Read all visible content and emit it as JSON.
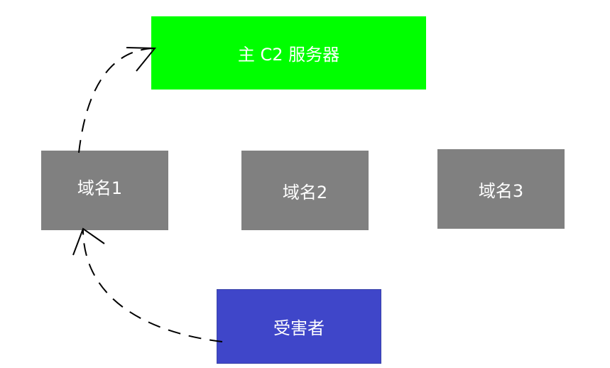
{
  "nodes": {
    "c2": {
      "label": "主 C2 服务器",
      "color": "#00ff00"
    },
    "domain1": {
      "label": "域名1",
      "color": "#808080"
    },
    "domain2": {
      "label": "域名2",
      "color": "#808080"
    },
    "domain3": {
      "label": "域名3",
      "color": "#808080"
    },
    "victim": {
      "label": "受害者",
      "color": "#3f46c9"
    }
  },
  "edges": [
    {
      "from": "victim",
      "to": "domain1",
      "style": "dashed",
      "arrow": "open"
    },
    {
      "from": "domain1",
      "to": "c2",
      "style": "dashed",
      "arrow": "open"
    }
  ],
  "colors": {
    "arrow": "#000000",
    "text": "#ffffff"
  }
}
